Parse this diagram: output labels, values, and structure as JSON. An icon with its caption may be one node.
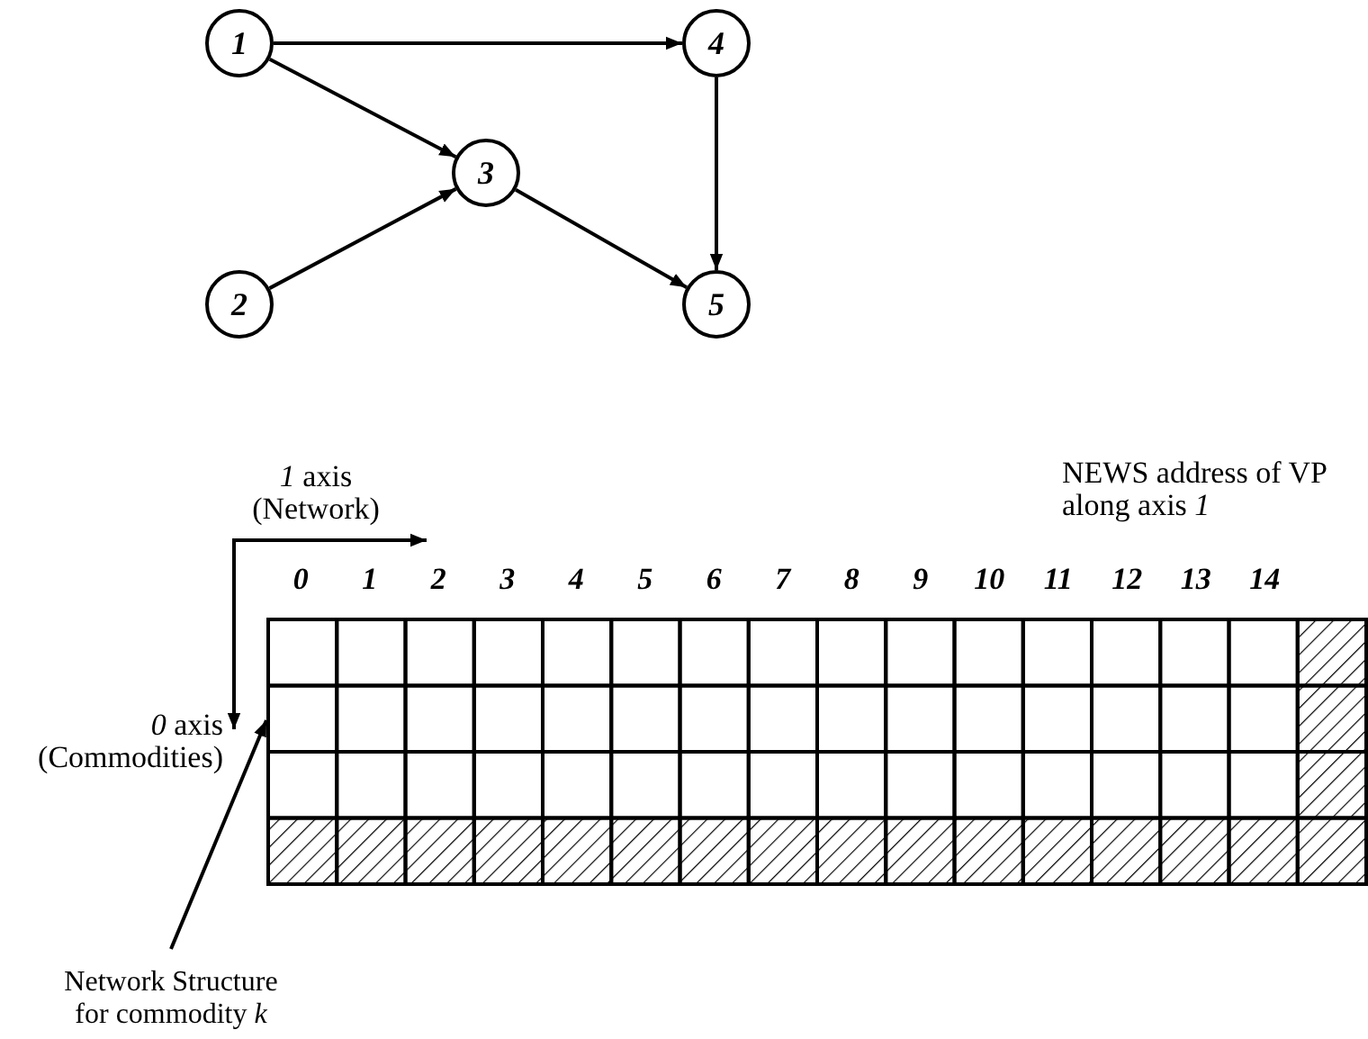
{
  "diagram": {
    "nodes": [
      {
        "text": [
          "1"
        ]
      },
      {
        "text": [
          "2"
        ]
      },
      {
        "text": [
          "3"
        ]
      },
      {
        "text": [
          "4"
        ]
      },
      {
        "text": [
          "5"
        ]
      },
      {
        "text": [],
        "shape": "grid"
      },
      {
        "text": [
          "Network Structure for commodity *k*"
        ]
      }
    ],
    "edges": [
      {
        "from": 0,
        "to": 3,
        "arrow": "to"
      },
      {
        "from": 0,
        "to": 2,
        "arrow": "to"
      },
      {
        "from": 1,
        "to": 2,
        "arrow": "to"
      },
      {
        "from": 3,
        "to": 4,
        "arrow": "to"
      },
      {
        "from": 2,
        "to": 4,
        "arrow": "to"
      },
      {
        "from": 6,
        "to": 5,
        "arrow": "to"
      }
    ],
    "labels": [
      "*1* axis (Network)",
      "0",
      "1",
      "2",
      "3",
      "4",
      "5",
      "6",
      "7",
      "8",
      "9",
      "10",
      "11",
      "12",
      "13",
      "14",
      "NEWS address of VP along axis *1*",
      "*0* axis (Commodities)"
    ]
  }
}
